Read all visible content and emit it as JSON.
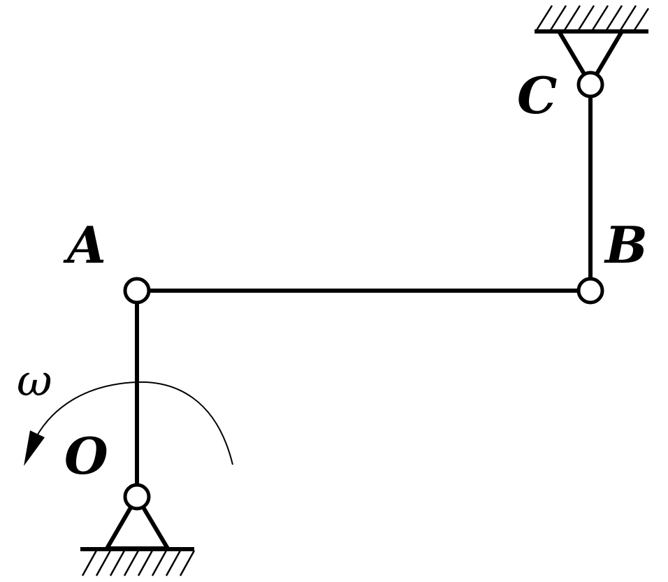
{
  "labels": {
    "A": "A",
    "B": "B",
    "C": "C",
    "O": "O",
    "omega": "ω"
  },
  "colors": {
    "stroke": "#000000",
    "background": "#ffffff"
  }
}
